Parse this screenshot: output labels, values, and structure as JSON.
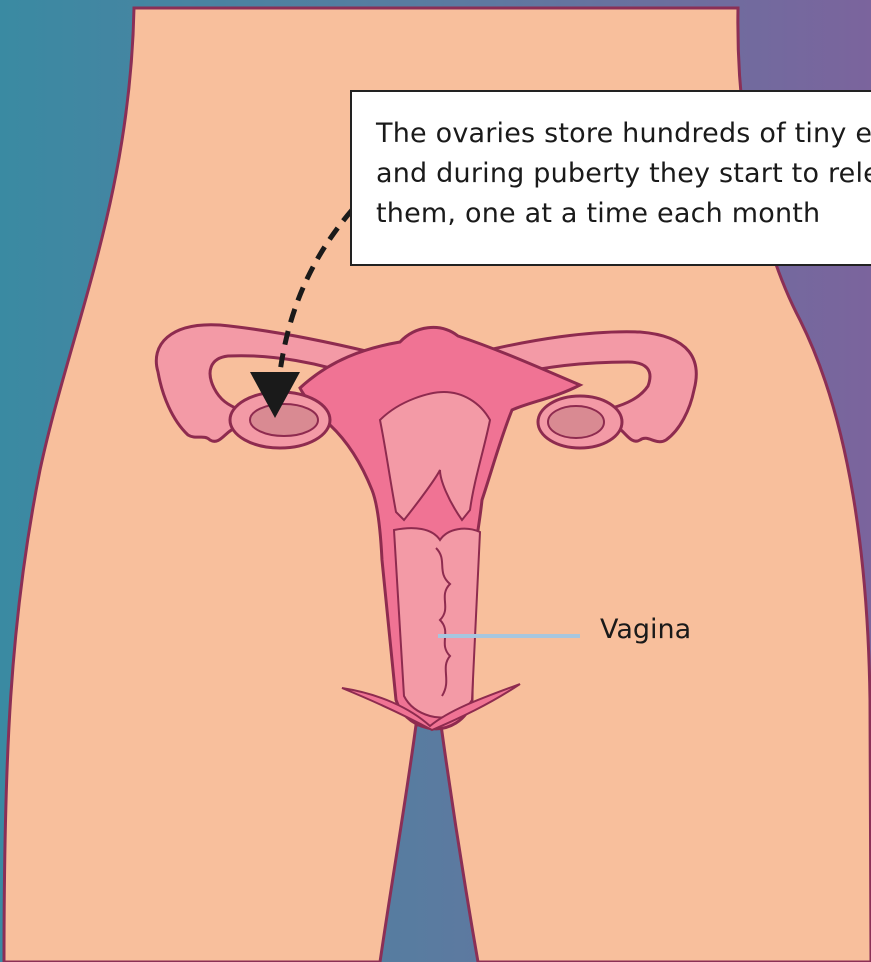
{
  "colors": {
    "background_left": "#3a8aa2",
    "background_right": "#7b649d",
    "skin": "#f8bf9c",
    "body_outline": "#8b2f56",
    "organ": "#f07394",
    "organ_light": "#f39aa6",
    "organ_outline": "#8e2b4f",
    "ovary": "#d98a92",
    "leg_gap": "#5a7ba0",
    "arrow": "#1a1a1a",
    "label_line": "#a7c6df"
  },
  "callout": {
    "lines": [
      "The ovaries store hundreds of tiny eggs,",
      "and during puberty they start to release",
      "them, one at a time each month"
    ],
    "points_to": "left-ovary"
  },
  "labels": {
    "vagina": "Vagina"
  },
  "icons": {
    "arrow": "dashed-curved-arrow-icon"
  }
}
